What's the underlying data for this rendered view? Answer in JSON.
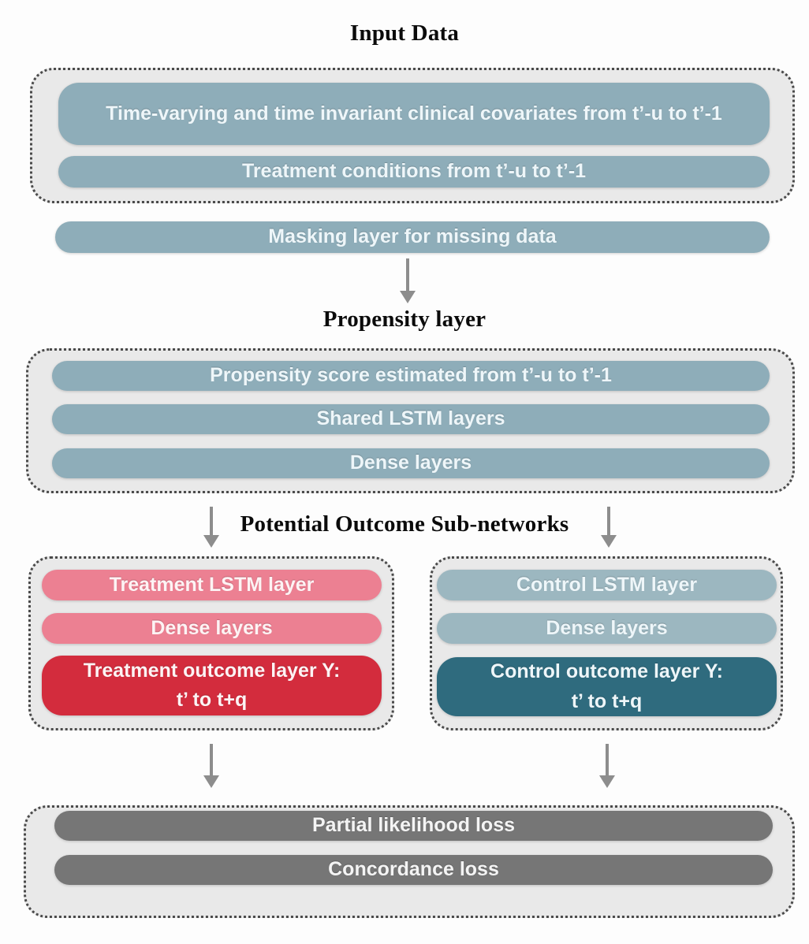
{
  "diagram": {
    "input": {
      "title": "Input Data",
      "pills": [
        {
          "label": "Time-varying  and time invariant clinical covariates from t’-u to t’-1"
        },
        {
          "label": "Treatment conditions from t’-u to t’-1"
        }
      ]
    },
    "masking": {
      "label": "Masking layer for missing data"
    },
    "propensity": {
      "title": "Propensity layer",
      "pills": [
        {
          "label": "Propensity score estimated from t’-u to t’-1"
        },
        {
          "label": "Shared LSTM layers"
        },
        {
          "label": "Dense layers"
        }
      ]
    },
    "outcome": {
      "title": "Potential Outcome Sub-networks",
      "treatment_pills": [
        {
          "label": "Treatment LSTM layer"
        },
        {
          "label": "Dense layers"
        },
        {
          "label": "Treatment outcome layer Y:\nt’ to t+q"
        }
      ],
      "control_pills": [
        {
          "label": "Control LSTM layer"
        },
        {
          "label": "Dense layers"
        },
        {
          "label": "Control outcome layer Y:\nt’ to t+q"
        }
      ]
    },
    "loss": {
      "pills": [
        {
          "label": "Partial likelihood loss"
        },
        {
          "label": "Concordance loss"
        }
      ]
    }
  },
  "colors": {
    "steel_blue": "#8eadb9",
    "light_blue": "#9cb7c0",
    "dark_teal": "#2f6b7e",
    "pink": "#ec8092",
    "red": "#d32c3d",
    "loss_gray": "#767676",
    "panel_bg": "#e9e9e9",
    "panel_border": "#4a4a4a",
    "arrow_gray": "#8d8d8d"
  }
}
